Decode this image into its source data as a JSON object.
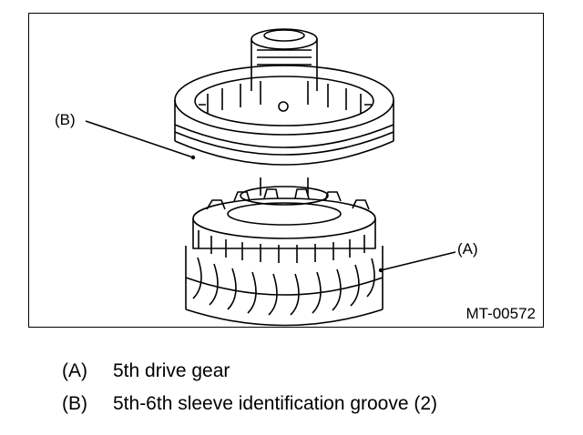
{
  "figure": {
    "id": "MT-00572",
    "callouts": {
      "a": "(A)",
      "b": "(B)"
    }
  },
  "legend": [
    {
      "key": "(A)",
      "text": "5th drive gear"
    },
    {
      "key": "(B)",
      "text": "5th-6th sleeve identification groove (2)"
    }
  ]
}
